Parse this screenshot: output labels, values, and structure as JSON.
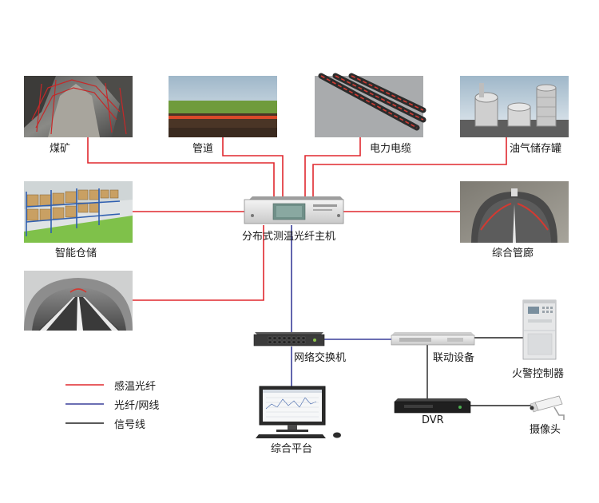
{
  "nodes": {
    "coal_mine": "煤矿",
    "pipeline": "管道",
    "power_cable": "电力电缆",
    "oil_gas_storage": "油气储存罐",
    "smart_warehouse": "智能仓储",
    "utility_tunnel": "综合管廊",
    "dts_host": "分布式测温光纤主机",
    "network_switch": "网络交换机",
    "linkage_device": "联动设备",
    "fire_alarm_controller": "火警控制器",
    "dvr": "DVR",
    "camera": "摄像头",
    "platform": "综合平台"
  },
  "legend": {
    "items": [
      {
        "label": "感温光纤",
        "color": "#e0282e"
      },
      {
        "label": "光纤/网线",
        "color": "#3a3f9a"
      },
      {
        "label": "信号线",
        "color": "#222222"
      }
    ]
  }
}
